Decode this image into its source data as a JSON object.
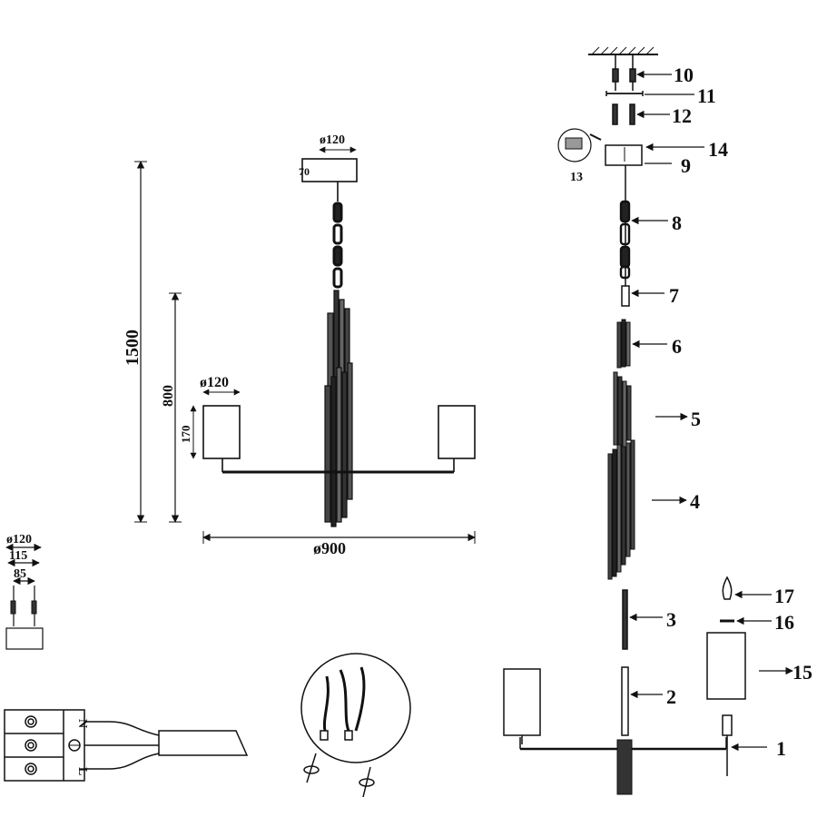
{
  "dimensions": {
    "canopy_diameter": "ø120",
    "canopy_height": "70",
    "total_height": "1500",
    "body_height": "800",
    "shade_diameter": "ø120",
    "shade_height": "170",
    "overall_width": "ø900",
    "mount_outer": "ø120",
    "mount_mid": "115",
    "mount_inner": "85"
  },
  "parts": [
    {
      "id": "1",
      "label": "1"
    },
    {
      "id": "2",
      "label": "2"
    },
    {
      "id": "3",
      "label": "3"
    },
    {
      "id": "4",
      "label": "4"
    },
    {
      "id": "5",
      "label": "5"
    },
    {
      "id": "6",
      "label": "6"
    },
    {
      "id": "7",
      "label": "7"
    },
    {
      "id": "8",
      "label": "8"
    },
    {
      "id": "9",
      "label": "9"
    },
    {
      "id": "10",
      "label": "10"
    },
    {
      "id": "11",
      "label": "11"
    },
    {
      "id": "12",
      "label": "12"
    },
    {
      "id": "13",
      "label": "13"
    },
    {
      "id": "14",
      "label": "14"
    },
    {
      "id": "15",
      "label": "15"
    },
    {
      "id": "16",
      "label": "16"
    },
    {
      "id": "17",
      "label": "17"
    }
  ],
  "terminal_block": {
    "label_n": "N",
    "label_l": "L"
  },
  "colors": {
    "line": "#111111",
    "background": "#ffffff"
  }
}
